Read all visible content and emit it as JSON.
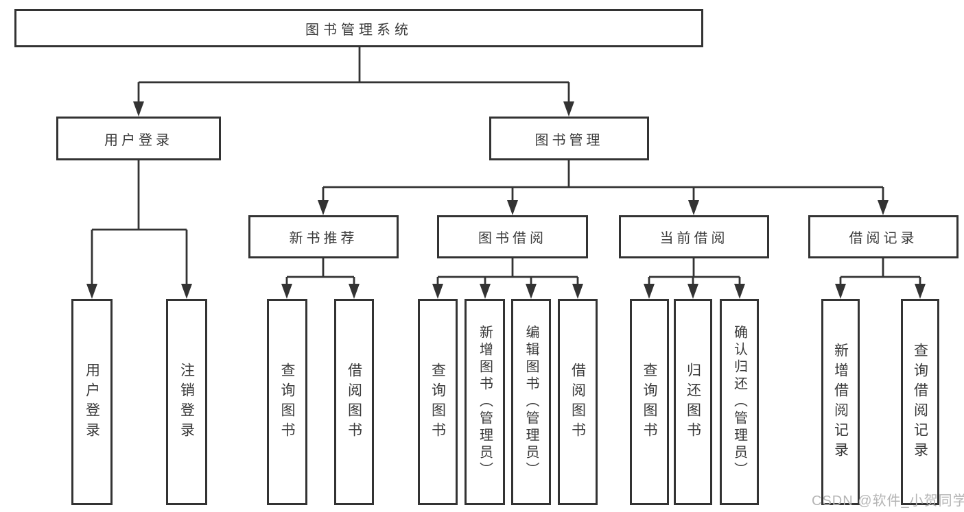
{
  "diagram": {
    "root": "图书管理系统",
    "branches": [
      {
        "label": "用户登录",
        "leaves": [
          "用户登录",
          "注销登录"
        ]
      },
      {
        "label": "图书管理",
        "children": [
          {
            "label": "新书推荐",
            "leaves": [
              "查询图书",
              "借阅图书"
            ]
          },
          {
            "label": "图书借阅",
            "leaves": [
              "查询图书",
              "新增图书（管理员）",
              "编辑图书（管理员）",
              "借阅图书"
            ]
          },
          {
            "label": "当前借阅",
            "leaves": [
              "查询图书",
              "归还图书",
              "确认归还（管理员）"
            ]
          },
          {
            "label": "借阅记录",
            "leaves": [
              "新增借阅记录",
              "查询借阅记录"
            ]
          }
        ]
      }
    ]
  },
  "watermark": {
    "text": "CSDN @软件_小贺同学"
  },
  "colors": {
    "line": "#333333",
    "text": "#3a3a3a",
    "background": "#ffffff",
    "watermark": "#b5b5b5"
  }
}
